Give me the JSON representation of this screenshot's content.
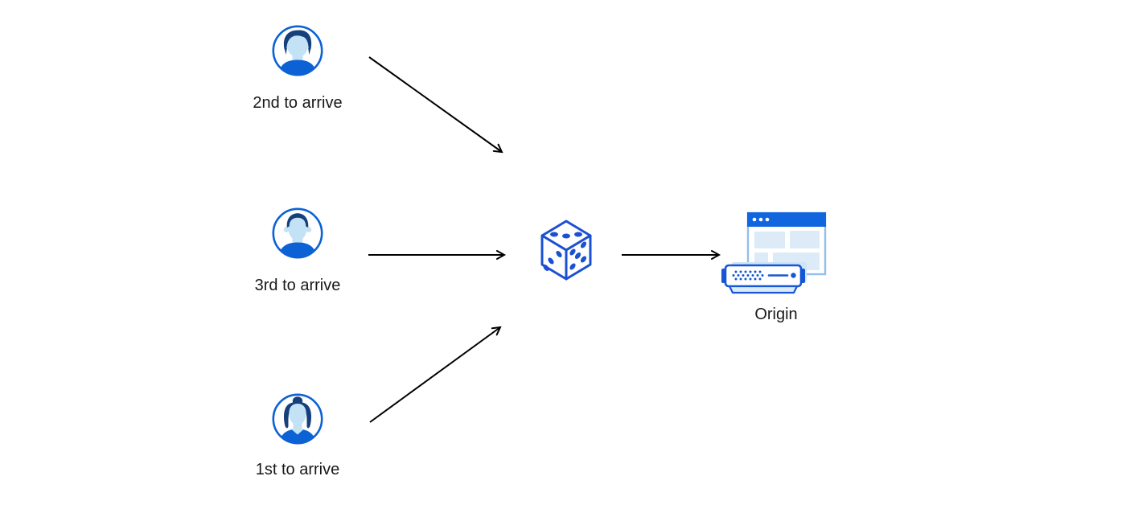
{
  "diagram": {
    "background": "#ffffff",
    "colors": {
      "avatar_blue": "#0c62d4",
      "hair_navy": "#16407c",
      "skin_light_blue": "#c4e2f5",
      "dice_blue": "#1a50d2",
      "origin_border_blue": "#1657d4",
      "window_border_light": "#93bfee",
      "titlebar_blue": "#1166e0",
      "panel_light_blue": "#ddebf8",
      "shadow_light_blue": "#cfe4f7",
      "arrow_black": "#000000",
      "label_color": "#18181b"
    },
    "clients": [
      {
        "id": "client-2nd",
        "label": "2nd to arrive",
        "icon": "user-male-avatar-icon"
      },
      {
        "id": "client-3rd",
        "label": "3rd to arrive",
        "icon": "user-male-avatar-icon"
      },
      {
        "id": "client-1st",
        "label": "1st to arrive",
        "icon": "user-female-avatar-icon"
      }
    ],
    "router": {
      "id": "random-selector",
      "icon": "dice-icon"
    },
    "origin": {
      "id": "origin",
      "label": "Origin",
      "icon": "origin-server-icon"
    },
    "edges": [
      {
        "from": "client-2nd",
        "to": "random-selector"
      },
      {
        "from": "client-3rd",
        "to": "random-selector"
      },
      {
        "from": "client-1st",
        "to": "random-selector"
      },
      {
        "from": "random-selector",
        "to": "origin"
      }
    ]
  }
}
